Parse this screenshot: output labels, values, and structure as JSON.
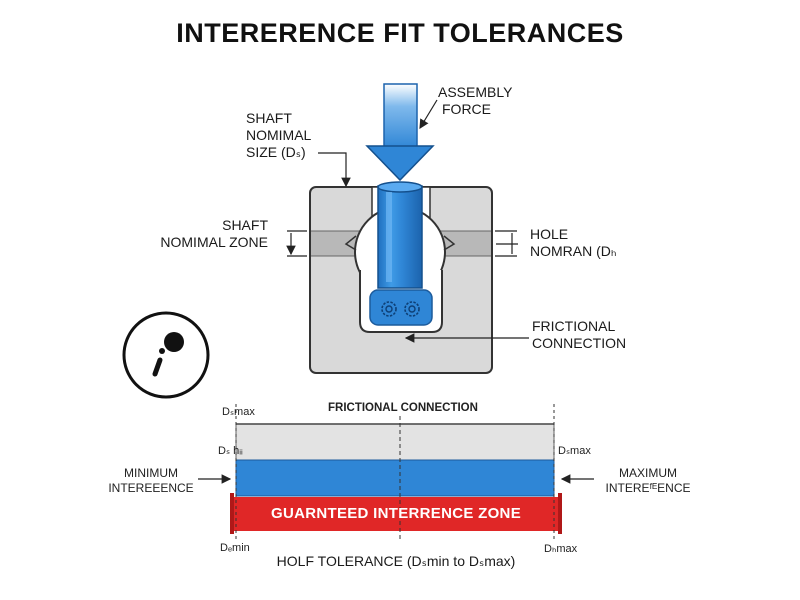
{
  "title": "INTERERENCE FIT TOLERANCES",
  "labels": {
    "assembly_force": [
      "ASSEMBLY",
      "FORCE"
    ],
    "shaft_nominal_size": [
      "SHAFT",
      "NOMIMAL",
      "SIZE (Dₛ)"
    ],
    "shaft_nominal_zone": [
      "SHAFT",
      "NOMIMAL ZONE"
    ],
    "hole_nominal": [
      "HOLE",
      "NOMRAN (Dₕ"
    ],
    "frictional_connection": [
      "FRICTIONAL",
      "CONNECTION"
    ],
    "minimum_interference": [
      "MINIMUM",
      "INTEREEENCE"
    ],
    "maximum_interference": [
      "MAXIMUM",
      "INTEREᶠᴱENCE"
    ]
  },
  "tolerance_chart": {
    "header": "FRICTIONAL CONNECTION",
    "zone_label": "GUARNTEED INTERRENCE ZONE",
    "bottom_label": "HOLF TOLERANCE (Dₛmin to Dₛmax)",
    "tick_labels": {
      "top_left": "Dₛmax",
      "mid_left": "Dₛ hᵢᵢ",
      "mid_right": "Dₛmax",
      "bottom_left": "Dₑmin",
      "bottom_right": "Dₕmax"
    }
  },
  "colors": {
    "accent_blue": "#2f86d6",
    "zone_red": "#e02727",
    "housing_gray": "#d9d9d9",
    "band_gray": "#bdbdbd"
  },
  "icons": [
    "info-icon",
    "gear-icon"
  ]
}
